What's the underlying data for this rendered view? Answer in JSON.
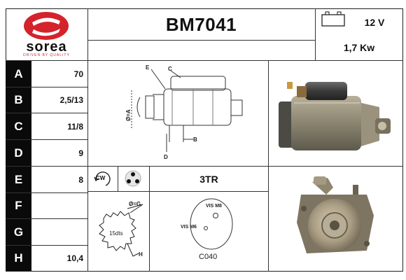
{
  "brand": {
    "name": "sorea",
    "tagline": "DRIVEN BY QUALITY",
    "color": "#d4232b"
  },
  "product": {
    "code": "BM7041",
    "voltage": "12 V",
    "power": "1,7 Kw"
  },
  "specs": [
    {
      "letter": "A",
      "value": "70"
    },
    {
      "letter": "B",
      "value": "2,5/13"
    },
    {
      "letter": "C",
      "value": "11/8"
    },
    {
      "letter": "D",
      "value": "9"
    },
    {
      "letter": "E",
      "value": "8"
    },
    {
      "letter": "F",
      "value": ""
    },
    {
      "letter": "G",
      "value": ""
    },
    {
      "letter": "H",
      "value": "10,4"
    }
  ],
  "rotation": "CW",
  "mounting": "3TR",
  "diagram_labels": {
    "e": "E",
    "c": "C",
    "a": "Ø=A",
    "b": "B",
    "d": "D"
  },
  "gear_labels": {
    "g": "Ø=G",
    "teeth": "15dts",
    "h": "H"
  },
  "terminal_labels": {
    "m8": "VIS M8",
    "m6": "VIS M6",
    "code": "C040"
  }
}
